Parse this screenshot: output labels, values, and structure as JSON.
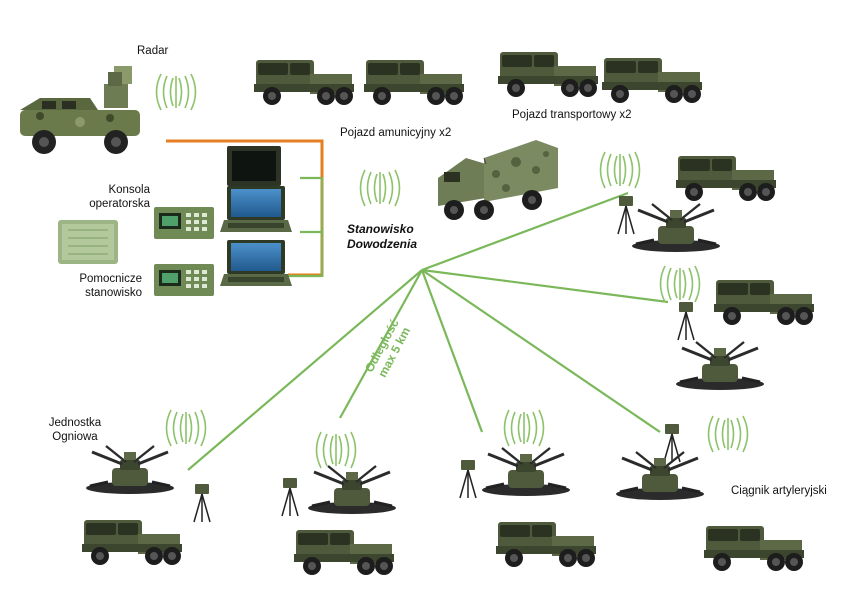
{
  "labels": {
    "radar": "Radar",
    "ammo_vehicle": "Pojazd amunicyjny x2",
    "transport_vehicle": "Pojazd transportowy x2",
    "operator_console_line1": "Konsola",
    "operator_console_line2": "operatorska",
    "aux_station_line1": "Pomocnicze",
    "aux_station_line2": "stanowisko",
    "command_post_line1": "Stanowisko",
    "command_post_line2": "Dowodzenia",
    "distance_line1": "Odległość",
    "distance_line2": "max 5 km",
    "fire_unit_line1": "Jednostka",
    "fire_unit_line2": "Ogniowa",
    "artillery_tractor": "Ciągnik artyleryjski"
  },
  "icons": [
    "radio-wave-icon",
    "radar-vehicle-icon",
    "truck-icon",
    "gun-mount-icon",
    "tripod-sensor-icon",
    "laptop-icon",
    "console-icon",
    "monitor-icon",
    "command-shelter-truck-icon"
  ],
  "colors": {
    "link_green": "#7ab85a",
    "wire_orange": "#e67e22",
    "wave_green": "#8cc26a",
    "vehicle_olive": "#4f5a3c",
    "text": "#111111"
  }
}
